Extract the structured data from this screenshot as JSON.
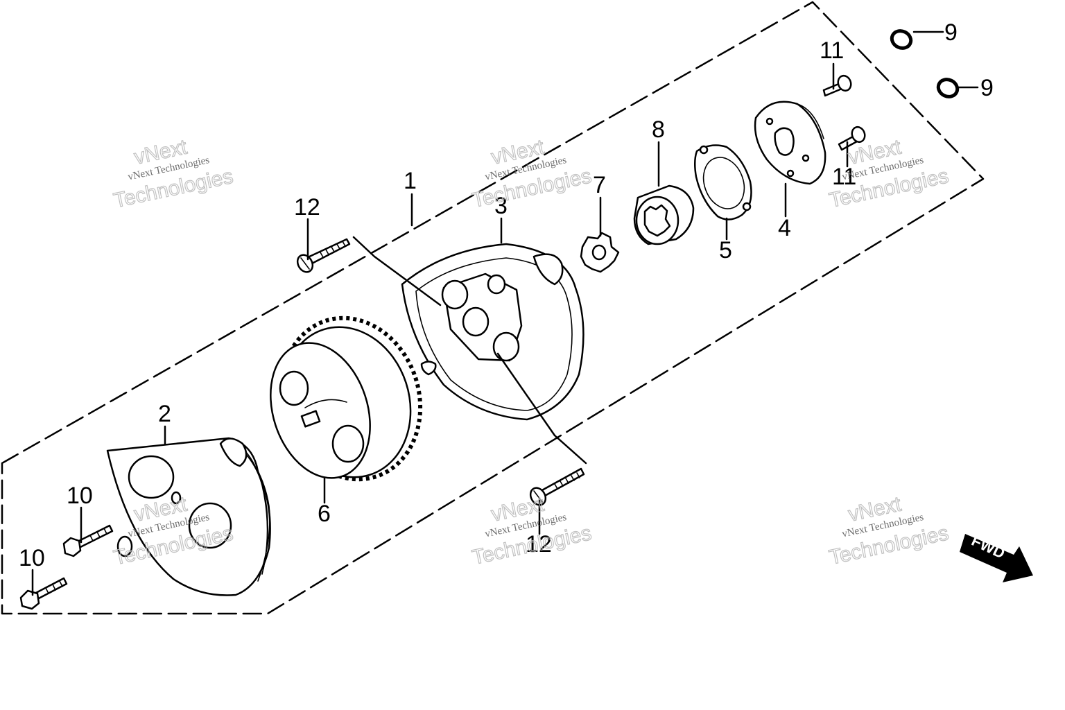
{
  "callouts": {
    "c1": "1",
    "c2": "2",
    "c3": "3",
    "c4": "4",
    "c5": "5",
    "c6": "6",
    "c7": "7",
    "c8": "8",
    "c9a": "9",
    "c9b": "9",
    "c10a": "10",
    "c10b": "10",
    "c11a": "11",
    "c11b": "11",
    "c12a": "12",
    "c12b": "12"
  },
  "direction_label": "FWD",
  "watermark": {
    "line1": "vNext",
    "line2": "vNext Technologies",
    "line3": "Technologies"
  }
}
